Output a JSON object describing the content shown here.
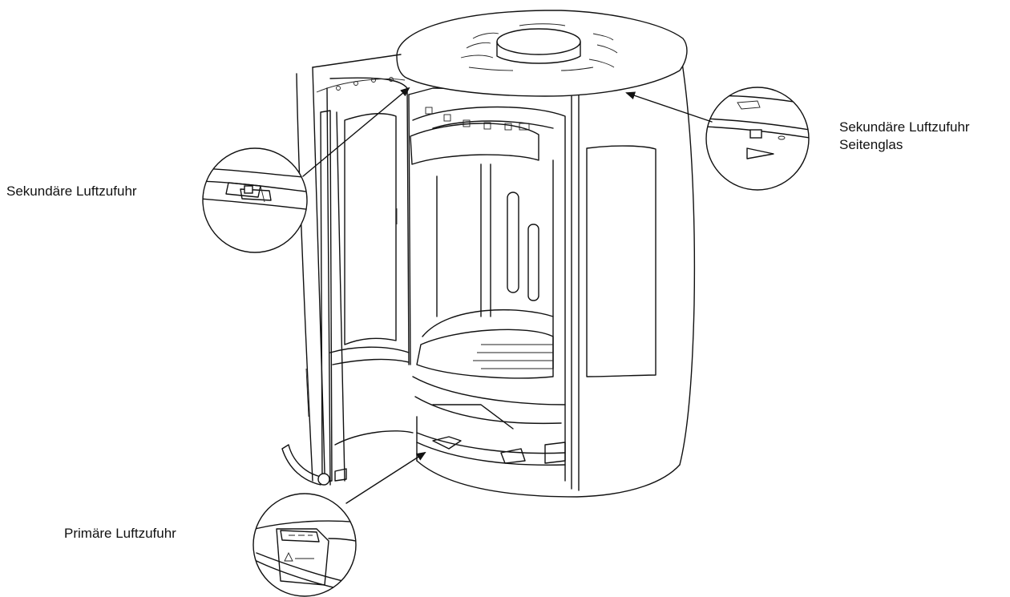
{
  "labels": {
    "secondary_left": "Sekundäre Luftzufuhr",
    "secondary_right_line1": "Sekundäre Luftzufuhr",
    "secondary_right_line2": "Seitenglas",
    "primary": "Primäre Luftzufuhr"
  },
  "colors": {
    "line": "#111111",
    "background": "#ffffff"
  }
}
